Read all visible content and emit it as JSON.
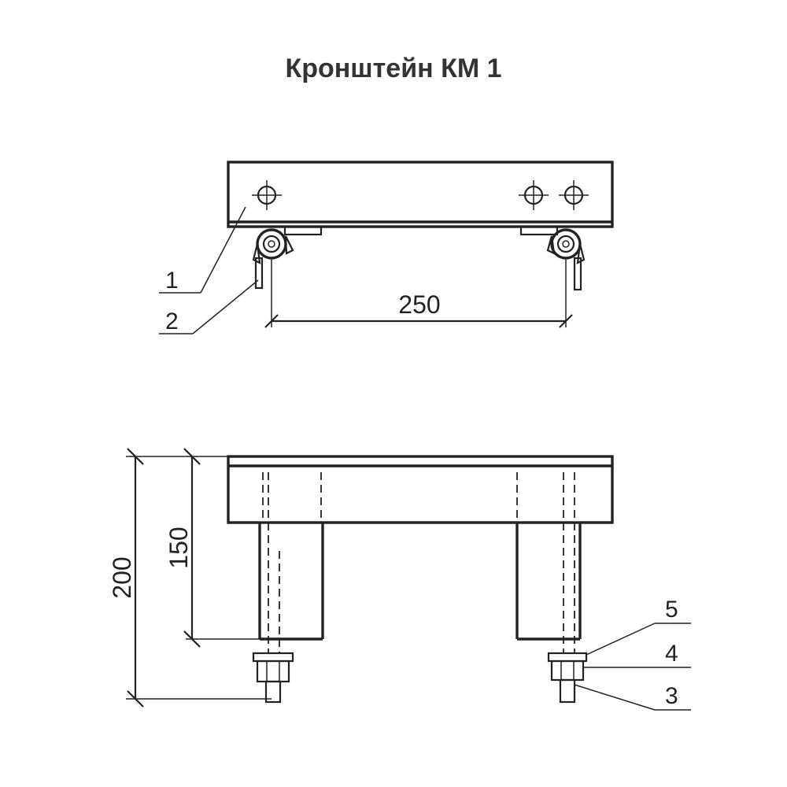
{
  "title": "Кронштейн КМ 1",
  "dimensions": {
    "top_spacing": "250",
    "height_total": "200",
    "height_body": "150"
  },
  "callouts": {
    "c1": "1",
    "c2": "2",
    "c3": "3",
    "c4": "4",
    "c5": "5"
  }
}
